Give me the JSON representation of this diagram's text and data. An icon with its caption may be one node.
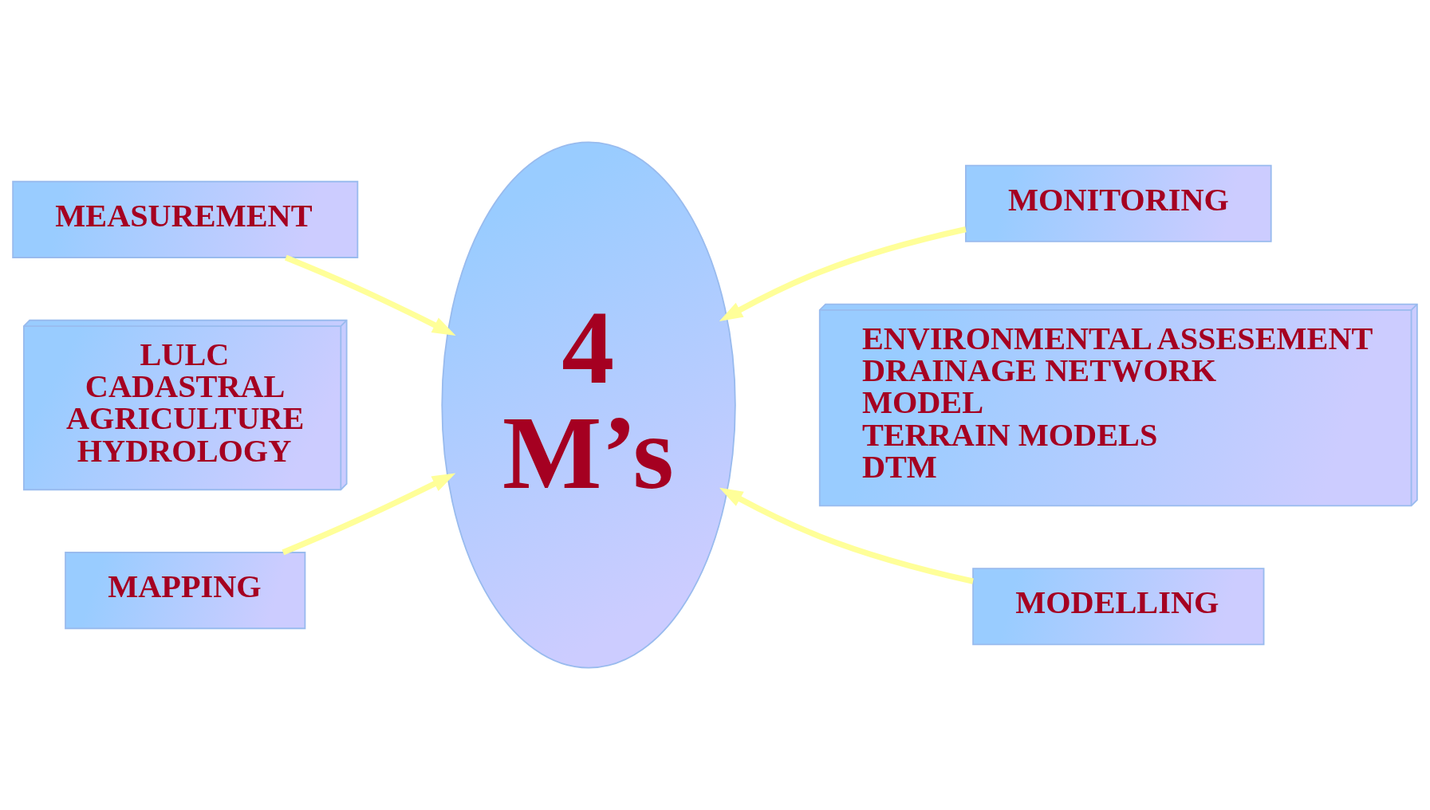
{
  "diagram": {
    "nodes": [
      {
        "text": [
          "MEASUREMENT"
        ]
      },
      {
        "text": [
          "MONITORING"
        ]
      },
      {
        "text": [
          "LULC",
          "CADASTRAL",
          "AGRICULTURE",
          "HYDROLOGY"
        ]
      },
      {
        "text": [
          "4",
          "M’s"
        ]
      },
      {
        "text": [
          "ENVIRONMENTAL ASSESEMENT",
          "DRAINAGE NETWORK",
          "MODEL",
          "TERRAIN MODELS",
          "DTM"
        ]
      },
      {
        "text": [
          "MAPPING"
        ]
      },
      {
        "text": [
          "MODELLING"
        ]
      }
    ],
    "edges": [
      {
        "from": 0,
        "to": 3,
        "arrow": "to"
      },
      {
        "from": 1,
        "to": 3,
        "arrow": "to"
      },
      {
        "from": 5,
        "to": 3,
        "arrow": "to"
      },
      {
        "from": 6,
        "to": 3,
        "arrow": "to"
      }
    ]
  }
}
